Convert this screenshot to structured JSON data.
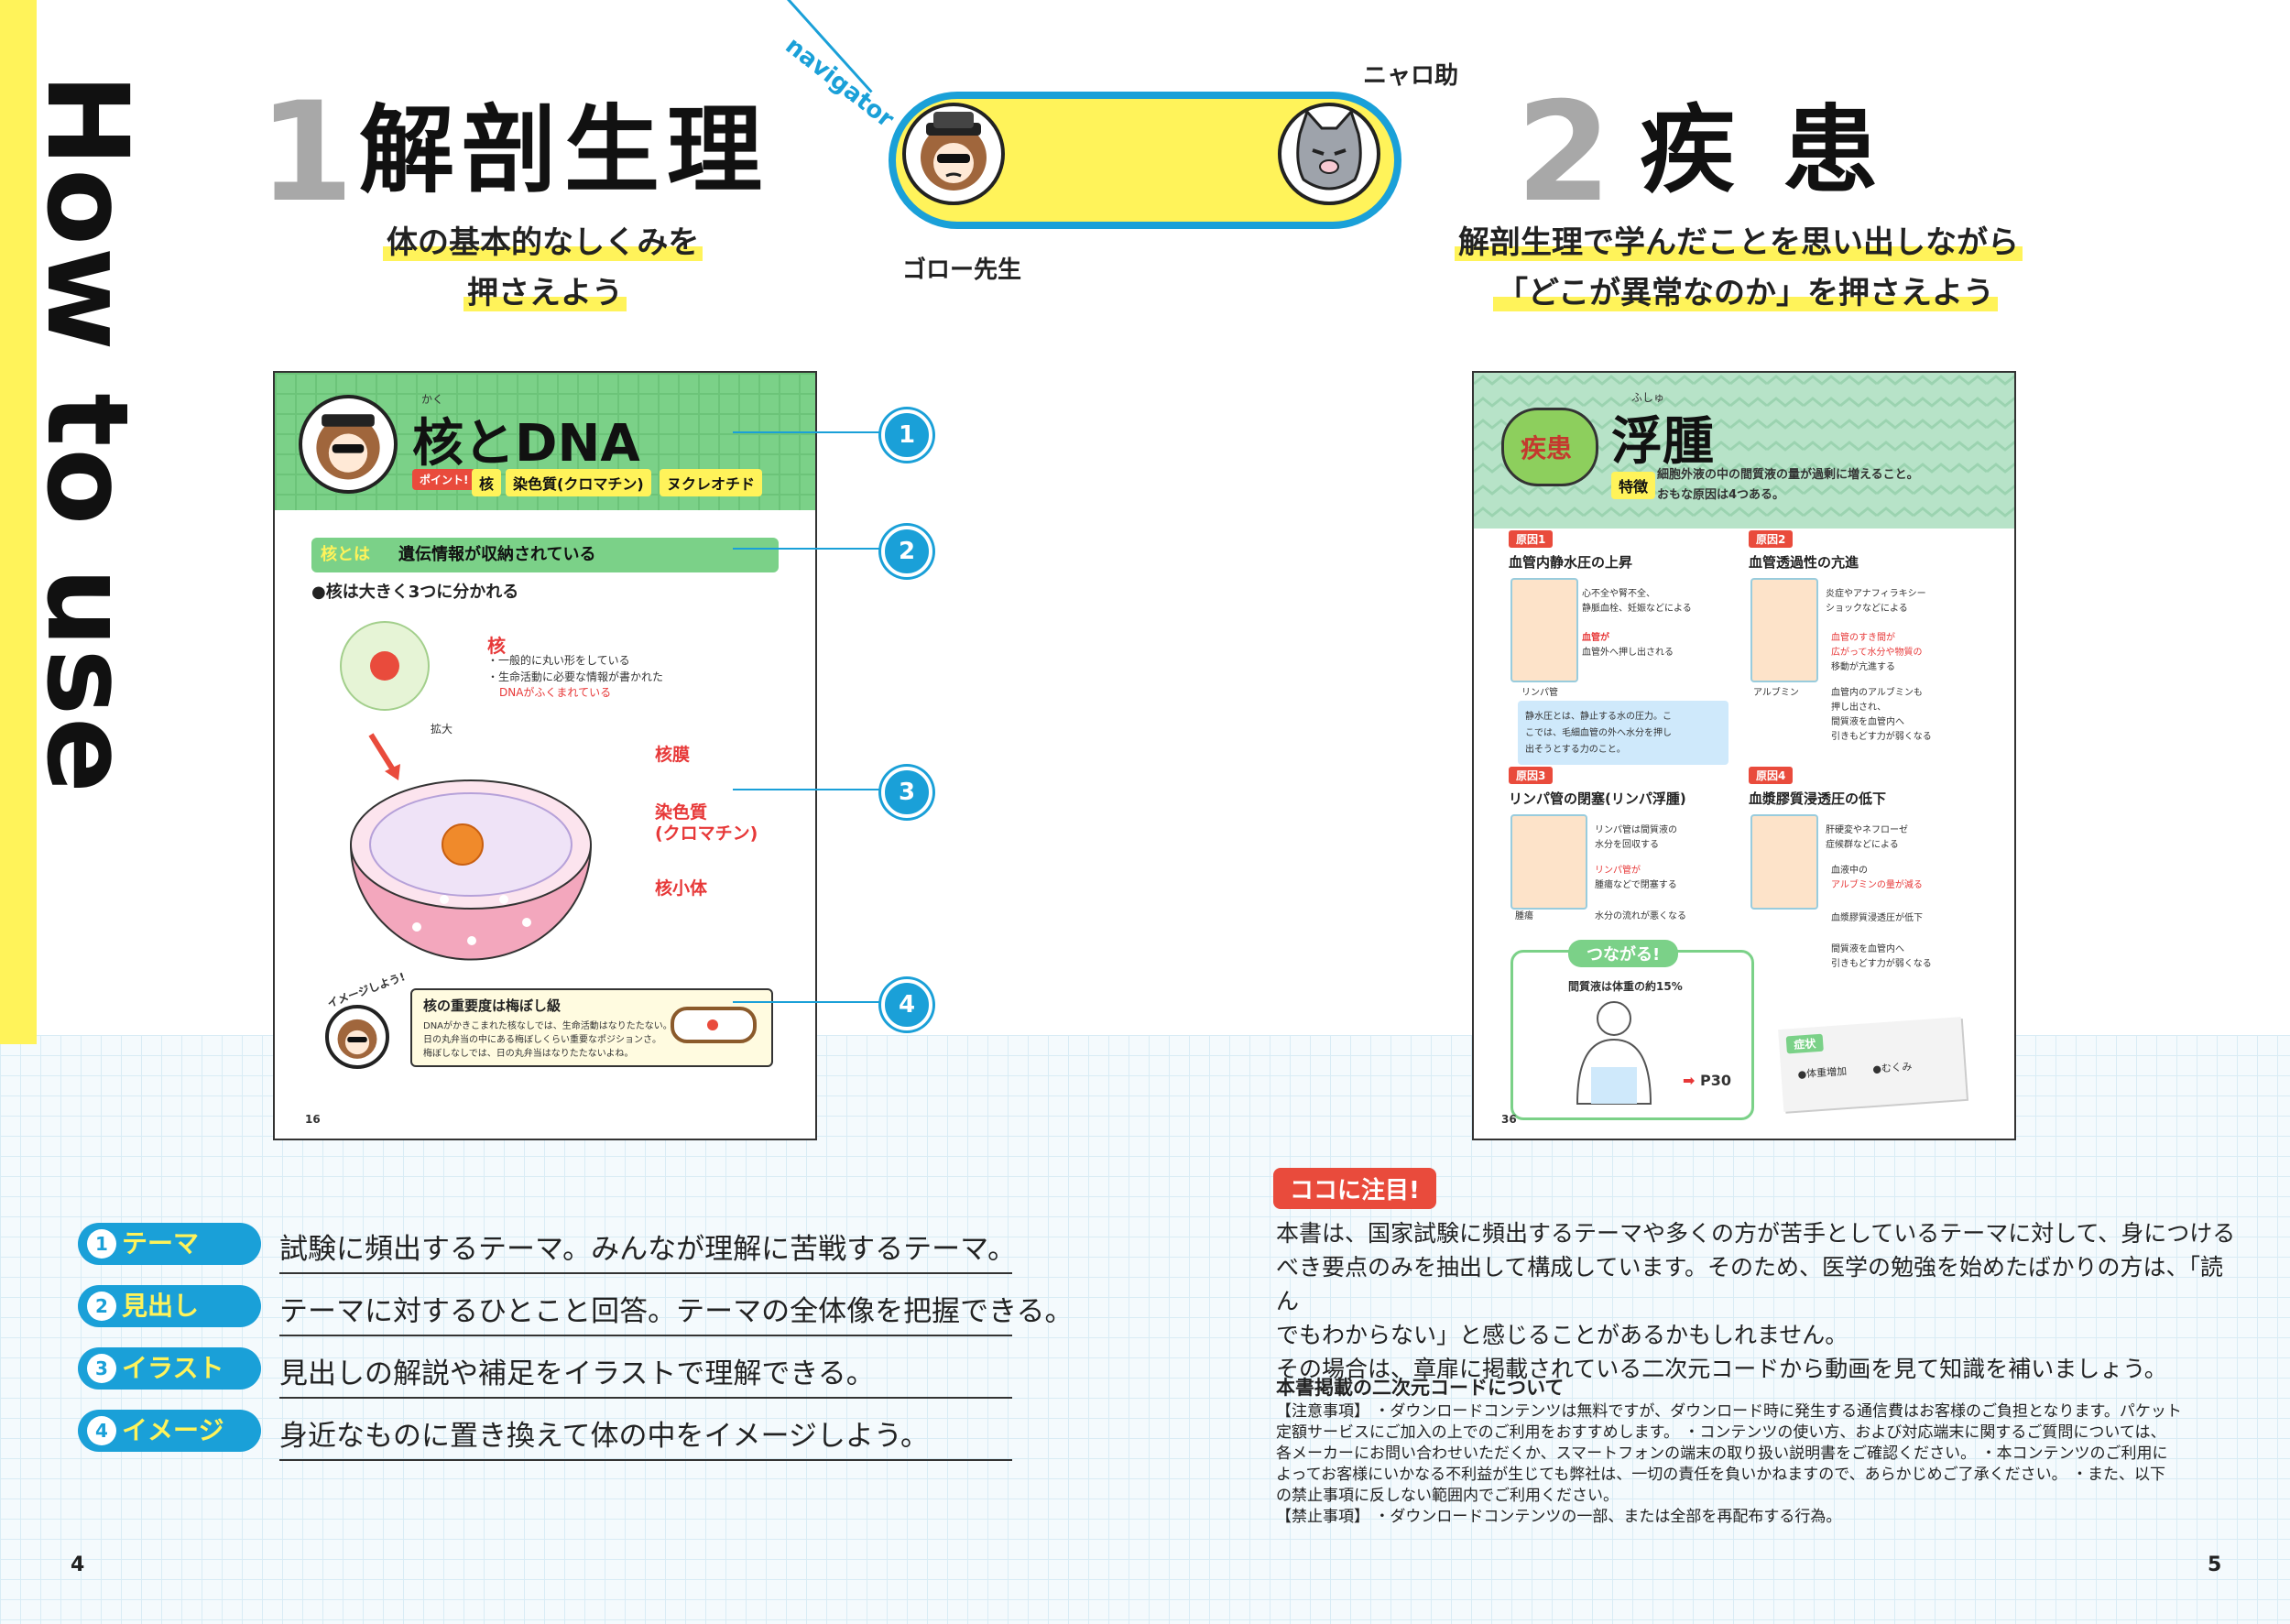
{
  "vertical_title": "How to use",
  "section1": {
    "number": "1",
    "title": "解剖生理",
    "line1": "体の基本的なしくみを",
    "line2": "押さえよう"
  },
  "section2": {
    "number": "2",
    "title": "疾 患",
    "line1": "解剖生理で学んだことを思い出しながら",
    "line2": "「どこが異常なのか」を押さえよう"
  },
  "navigator": {
    "label": "navigator",
    "left_character": "ゴロー先生",
    "right_character": "ニャロ助"
  },
  "sample_page_left": {
    "title": "核とDNA",
    "ruby": "かく",
    "point_label": "ポイント!",
    "keywords": [
      "核",
      "染色質(クロマチン)",
      "ヌクレオチド"
    ],
    "heading_label": "核とは",
    "heading_text": "遺伝情報が収納されている",
    "sub_heading": "●核は大きく3つに分かれる",
    "core_label": "核",
    "core_desc1": "・一般的に丸い形をしている",
    "core_desc2": "・生命活動に必要な情報が書かれた",
    "core_desc3": "DNAがふくまれている",
    "enlarge_label": "拡大",
    "labels": [
      "核膜",
      "染色質",
      "(クロマチン)",
      "核小体"
    ],
    "image_label": "イメージしよう!",
    "image_title": "核の重要度は梅ぼし級",
    "image_text1": "DNAがかきこまれた核なしでは、生命活動はなりたたない。",
    "image_text2": "日の丸弁当の中にある梅ぼしくらい重要なポジションさ。",
    "image_text3": "梅ぼしなしでは、日の丸弁当はなりたたないよね。",
    "page_number": "16"
  },
  "sample_page_right": {
    "badge": "疾患",
    "title": "浮腫",
    "ruby": "ふしゅ",
    "feature_label": "特徴",
    "feature_text1": "細胞外液の中の間質液の量が過剰に増えること。",
    "feature_text2": "おもな原因は4つある。",
    "causes": [
      {
        "tag": "原因1",
        "title": "血管内静水圧の上昇",
        "note1": "心不全や腎不全、",
        "note2": "静脈血栓、妊娠などによる"
      },
      {
        "tag": "原因2",
        "title": "血管透過性の亢進",
        "note1": "炎症やアナフィラキシー",
        "note2": "ショックなどによる"
      },
      {
        "tag": "原因3",
        "title": "リンパ管の閉塞(リンパ浮腫)",
        "note1": "リンパ管は間質液の",
        "note2": "水分を回収する"
      },
      {
        "tag": "原因4",
        "title": "血漿膠質浸透圧の低下",
        "note1": "肝硬変やネフローゼ",
        "note2": "症候群などによる"
      }
    ],
    "c1_text1": "血管が",
    "c1_text2": "血管外へ押し出される",
    "c1_labels": [
      "リンパ管"
    ],
    "c2_labels": [
      "アルブミン"
    ],
    "c2_text": [
      "血管のすき間が",
      "広がって水分や物質の",
      "移動が亢進する",
      "血管内のアルブミンも",
      "押し出され、",
      "間質液を血管内へ",
      "引きもどす力が弱くなる"
    ],
    "c3_text": [
      "リンパ管が",
      "腫瘍などで閉塞する",
      "水分の流れが悪くなる"
    ],
    "c3_labels": [
      "腫瘍"
    ],
    "c4_text": [
      "血液中の",
      "アルブミンの量が減る",
      "血漿膠質浸透圧が低下",
      "間質液を血管内へ",
      "引きもどす力が弱くなる"
    ],
    "memo_text": [
      "静水圧とは、静止する水の圧力。こ",
      "こでは、毛細血管の外へ水分を押し",
      "出そうとする力のこと。"
    ],
    "connect_label": "つながる!",
    "connect_text": "間質液は体重の約15%",
    "connect_ref": "P30",
    "symptom_label": "症状",
    "symptoms": [
      "●体重増加",
      "●むくみ"
    ],
    "page_number": "36"
  },
  "legend": [
    {
      "num": "1",
      "label": "テーマ",
      "desc": "試験に頻出するテーマ。みんなが理解に苦戦するテーマ。"
    },
    {
      "num": "2",
      "label": "見出し",
      "desc": "テーマに対するひとこと回答。テーマの全体像を把握できる。"
    },
    {
      "num": "3",
      "label": "イラスト",
      "desc": "見出しの解説や補足をイラストで理解できる。"
    },
    {
      "num": "4",
      "label": "イメージ",
      "desc": "身近なものに置き換えて体の中をイメージしよう。"
    }
  ],
  "note": {
    "tag": "ココに注目!",
    "lines": [
      "本書は、国家試験に頻出するテーマや多くの方が苦手としているテーマに対して、身につける",
      "べき要点のみを抽出して構成しています。そのため、医学の勉強を始めたばかりの方は、「読ん",
      "でもわからない」と感じることがあるかもしれません。",
      "その場合は、章扉に掲載されている二次元コードから動画を見て知識を補いましょう。"
    ]
  },
  "qr": {
    "heading": "本書掲載の二次元コードについて",
    "lines": [
      "【注意事項】 ・ダウンロードコンテンツは無料ですが、ダウンロード時に発生する通信費はお客様のご負担となります。パケット",
      "定額サービスにご加入の上でのご利用をおすすめします。 ・コンテンツの使い方、および対応端末に関するご質問については、",
      "各メーカーにお問い合わせいただくか、スマートフォンの端末の取り扱い説明書をご確認ください。 ・本コンテンツのご利用に",
      "よってお客様にいかなる不利益が生じても弊社は、一切の責任を負いかねますので、あらかじめご了承ください。 ・また、以下",
      "の禁止事項に反しない範囲内でご利用ください。",
      "【禁止事項】 ・ダウンロードコンテンツの一部、または全部を再配布する行為。"
    ]
  },
  "page_numbers": {
    "left": "4",
    "right": "5"
  },
  "colors": {
    "accent_blue": "#1aa0d8",
    "highlight_yellow": "#fff35a",
    "red": "#e94b3c",
    "green": "#7bd188"
  }
}
